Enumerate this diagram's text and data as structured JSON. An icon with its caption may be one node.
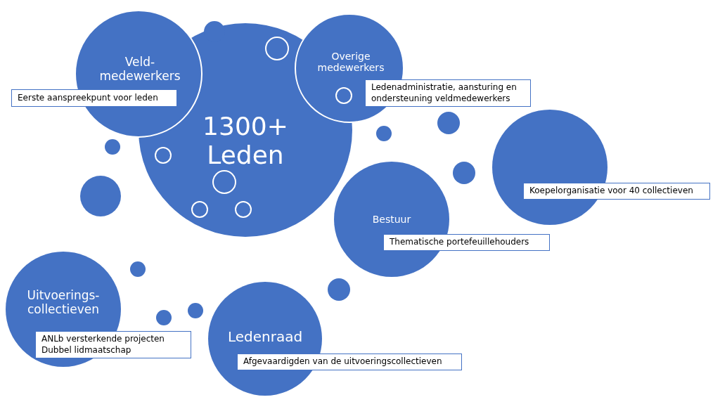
{
  "diagram": {
    "nodes": [
      {
        "text": [
          "1300+ Leden"
        ]
      },
      {
        "text": [
          "Veld- medewerkers"
        ]
      },
      {
        "text": [
          "Eerste aanspreekpunt voor leden"
        ]
      },
      {
        "text": [
          "Overige medewerkers"
        ]
      },
      {
        "text": [
          "Ledenadministratie, aansturing en ondersteuning veldmedewerkers"
        ]
      },
      {
        "text": [],
        "shape": "circle"
      },
      {
        "text": [
          "Koepelorganisatie voor 40 collectieven"
        ]
      },
      {
        "text": [
          "Bestuur"
        ]
      },
      {
        "text": [
          "Thematische portefeuillehouders"
        ]
      },
      {
        "text": [
          "Uitvoerings- collectieven"
        ]
      },
      {
        "text": [
          "ANLb versterkende projecten",
          "Dubbel lidmaatschap"
        ]
      },
      {
        "text": [
          "Ledenraad"
        ]
      },
      {
        "text": [
          "Afgevaardigden van de uitvoeringscollectieven"
        ]
      },
      {
        "text": [],
        "shape": "circle",
        "in": 0
      },
      {
        "text": [],
        "shape": "circle"
      },
      {
        "text": [],
        "shape": "circle"
      },
      {
        "text": [],
        "shape": "circle"
      },
      {
        "text": [],
        "shape": "circle"
      },
      {
        "text": [],
        "shape": "circle"
      },
      {
        "text": [],
        "shape": "circle"
      },
      {
        "text": [],
        "shape": "circle"
      },
      {
        "text": [],
        "shape": "circle"
      },
      {
        "text": [],
        "shape": "circle"
      },
      {
        "text": [],
        "shape": "circle",
        "in": 0
      },
      {
        "text": [],
        "shape": "circle"
      },
      {
        "text": [],
        "shape": "circle",
        "in": 0
      },
      {
        "text": [],
        "shape": "circle",
        "in": 0
      },
      {
        "text": [],
        "shape": "circle",
        "in": 0
      },
      {
        "text": [],
        "shape": "circle",
        "in": 0
      }
    ]
  }
}
